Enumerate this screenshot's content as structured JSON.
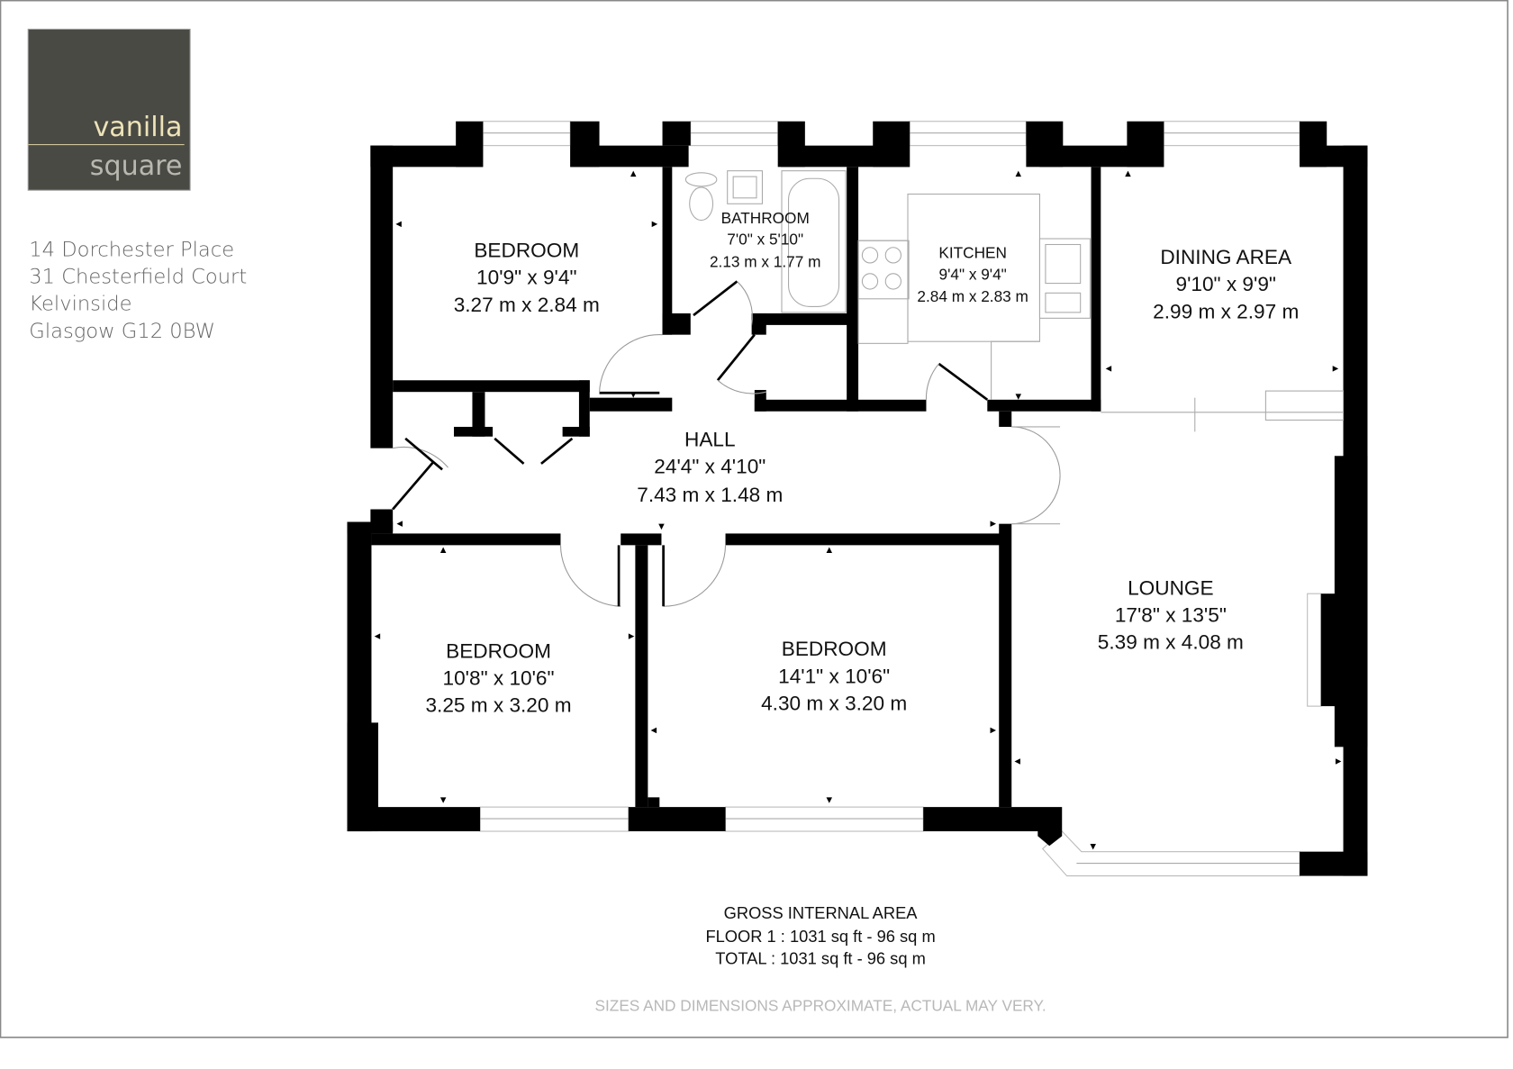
{
  "logo": {
    "line1": "vanilla",
    "line2": "square",
    "bg_color": "#4a4a44",
    "line1_color": "#ede3b8",
    "line2_color": "#b8b8b0"
  },
  "address": [
    "14 Dorchester Place",
    "31 Chesterfield Court",
    "Kelvinside",
    "Glasgow G12 0BW"
  ],
  "rooms": [
    {
      "name": "BEDROOM",
      "imperial": "10'9\" x 9'4\"",
      "metric": "3.27 m x 2.84 m"
    },
    {
      "name": "BATHROOM",
      "imperial": "7'0\" x 5'10\"",
      "metric": "2.13 m x 1.77 m"
    },
    {
      "name": "KITCHEN",
      "imperial": "9'4\" x 9'4\"",
      "metric": "2.84 m x 2.83 m"
    },
    {
      "name": "DINING AREA",
      "imperial": "9'10\" x 9'9\"",
      "metric": "2.99 m x 2.97 m"
    },
    {
      "name": "HALL",
      "imperial": "24'4\" x 4'10\"",
      "metric": "7.43 m x 1.48 m"
    },
    {
      "name": "LOUNGE",
      "imperial": "17'8\" x 13'5\"",
      "metric": "5.39 m x 4.08 m"
    },
    {
      "name": "BEDROOM",
      "imperial": "10'8\" x 10'6\"",
      "metric": "3.25 m x 3.20 m"
    },
    {
      "name": "BEDROOM",
      "imperial": "14'1\" x 10'6\"",
      "metric": "4.30 m x 3.20 m"
    }
  ],
  "area": {
    "title": "GROSS INTERNAL AREA",
    "floor": "FLOOR 1 : 1031 sq ft - 96 sq m",
    "total": "TOTAL : 1031 sq ft - 96 sq m"
  },
  "disclaimer": "SIZES AND DIMENSIONS APPROXIMATE, ACTUAL MAY VERY."
}
